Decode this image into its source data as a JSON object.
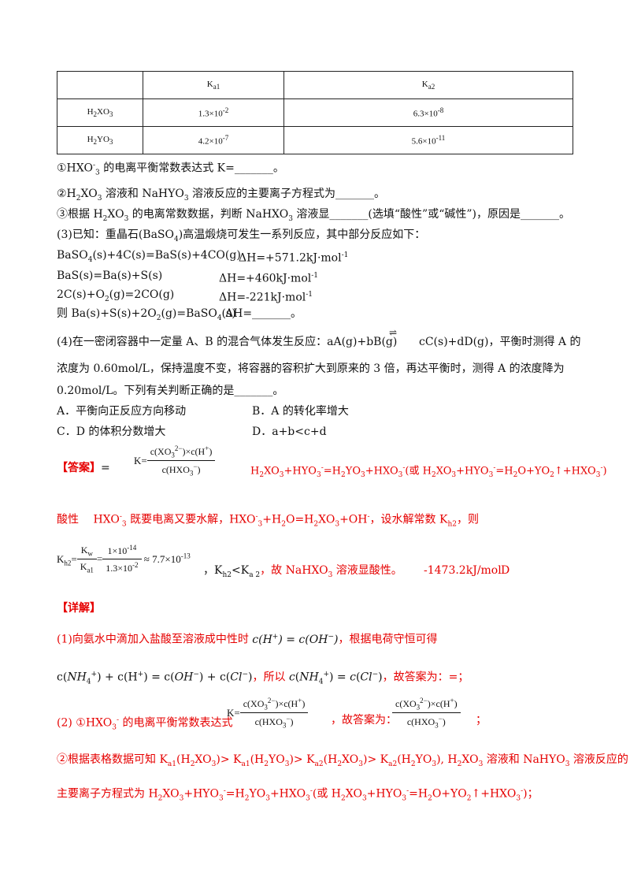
{
  "table": {
    "headers": [
      "",
      "Ka1",
      "Ka2"
    ],
    "rows": [
      [
        "H2XO3",
        "1.3×10-2",
        "6.3×10-8"
      ],
      [
        "H2YO3",
        "4.2×10-7",
        "5.6×10-11"
      ]
    ]
  },
  "q1": "①HXO3- 的电离平衡常数表达式 K=_______。",
  "q2": "②H2XO3 溶液和 NaHYO3 溶液反应的主要离子方程式为_______。",
  "q3": "③根据 H2XO3 的电离常数数据，判断 NaHXO3 溶液显_______(选填“酸性”或“碱性”)，原因是_______。",
  "part3_intro": "(3)已知：重晶石(BaSO4)高温煅烧可发生一系列反应，其中部分反应如下：",
  "reactions": [
    {
      "eq": "BaSO4(s)+4C(s)=BaS(s)+4CO(g)",
      "dh": "ΔH=+571.2kJ·mol-1"
    },
    {
      "eq": "BaS(s)=Ba(s)+S(s)",
      "dh": "ΔH=+460kJ·mol-1"
    },
    {
      "eq": "2C(s)+O2(g)=2CO(g)",
      "dh": "ΔH=-221kJ·mol-1"
    },
    {
      "eq": "则 Ba(s)+S(s)+2O2(g)=BaSO4(s)",
      "dh": "ΔH=_______。"
    }
  ],
  "part4_line1_a": "(4)在一密闭容器中一定量 A、B 的混合气体发生反应：aA(g)+bB(g)",
  "part4_line1_b": "cC(s)+dD(g)，平衡时测得 A 的",
  "part4_line2": "浓度为 0.60mol/L，保持温度不变，将容器的容积扩大到原来的 3 倍，再达平衡时，测得 A 的浓度降为",
  "part4_line3": "0.20mol/L。下列有关判断正确的是_______。",
  "options": {
    "a": "A．平衡向正反应方向移动",
    "b": "B．A 的转化率增大",
    "c": "C．D 的体积分数增大",
    "d": "D．a+b<c+d"
  },
  "answer": {
    "label": "【答案】=",
    "k_expr_num": "c(XO3 2-)×c(H+)",
    "k_expr_den": "c(HXO3-)",
    "eq_main": "H2XO3+HYO3-=H2YO3+HXO3-(或 H2XO3+HYO3-=H2O+YO2↑+HXO3-)",
    "acid_line": "酸性　 HXO3- 既要电离又要水解，HXO3-+H2O=H2XO3+OH-，设水解常数 Kh2，则",
    "kh2_expr": "Kh2 = Kw / Ka1 = 1×10-14 / 1.3×10-2 ≈ 7.7×10-13",
    "kh2_tail": "，Kh2<Ka2，故 NaHXO3 溶液显酸性。",
    "dh_value": "-1473.2kJ/mol",
    "choice": "D"
  },
  "detail": {
    "label": "【详解】",
    "line1": "(1)向氨水中滴加入盐酸至溶液成中性时 c(H+)=c(OH-)，根据电荷守恒可得",
    "line2": "c(NH4+)+c(H+)=c(OH-)+c(Cl-)，所以 c(NH4+)=c(Cl-)，故答案为：=；",
    "line3_a": "(2) ①HXO3- 的电离平衡常数表达式 K=",
    "line3_b": "，故答案为：",
    "line3_c": "；",
    "line4": "②根据表格数据可知 Ka1(H2XO3)> Ka1(H2YO3)> Ka2(H2XO3)> Ka2(H2YO3), H2XO3 溶液和 NaHYO3 溶液反应的",
    "line5": "主要离子方程式为 H2XO3+HYO3-=H2YO3+HXO3-(或 H2XO3+HYO3-=H2O+YO2↑+HXO3-)；"
  }
}
